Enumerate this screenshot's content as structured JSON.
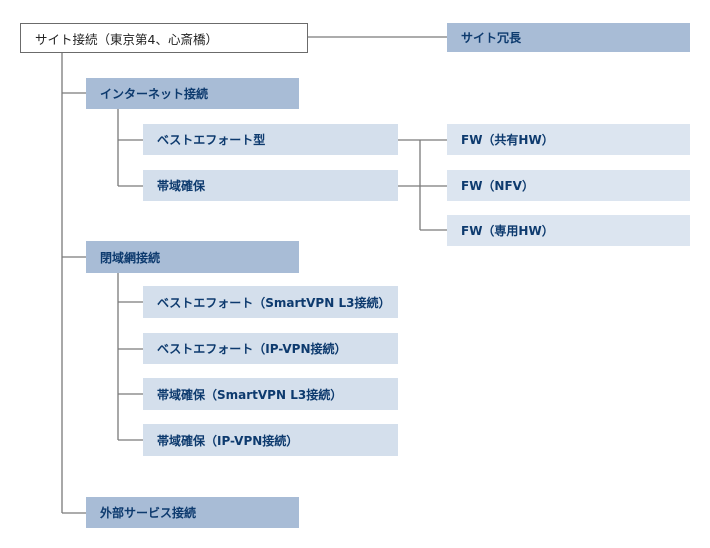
{
  "root": {
    "label": "サイト接続（東京第4、心斎橋）"
  },
  "redundancy": {
    "label": "サイト冗長"
  },
  "internet": {
    "label": "インターネット接続",
    "children": [
      "ベストエフォート型",
      "帯域確保"
    ]
  },
  "firewall": [
    "FW（共有HW）",
    "FW（NFV）",
    "FW（専用HW）"
  ],
  "closed": {
    "label": "閉域網接続",
    "children": [
      "ベストエフォート（SmartVPN L3接続）",
      "ベストエフォート（IP-VPN接続）",
      "帯域確保（SmartVPN L3接続）",
      "帯域確保（IP-VPN接続）"
    ]
  },
  "external": {
    "label": "外部サービス接続"
  }
}
